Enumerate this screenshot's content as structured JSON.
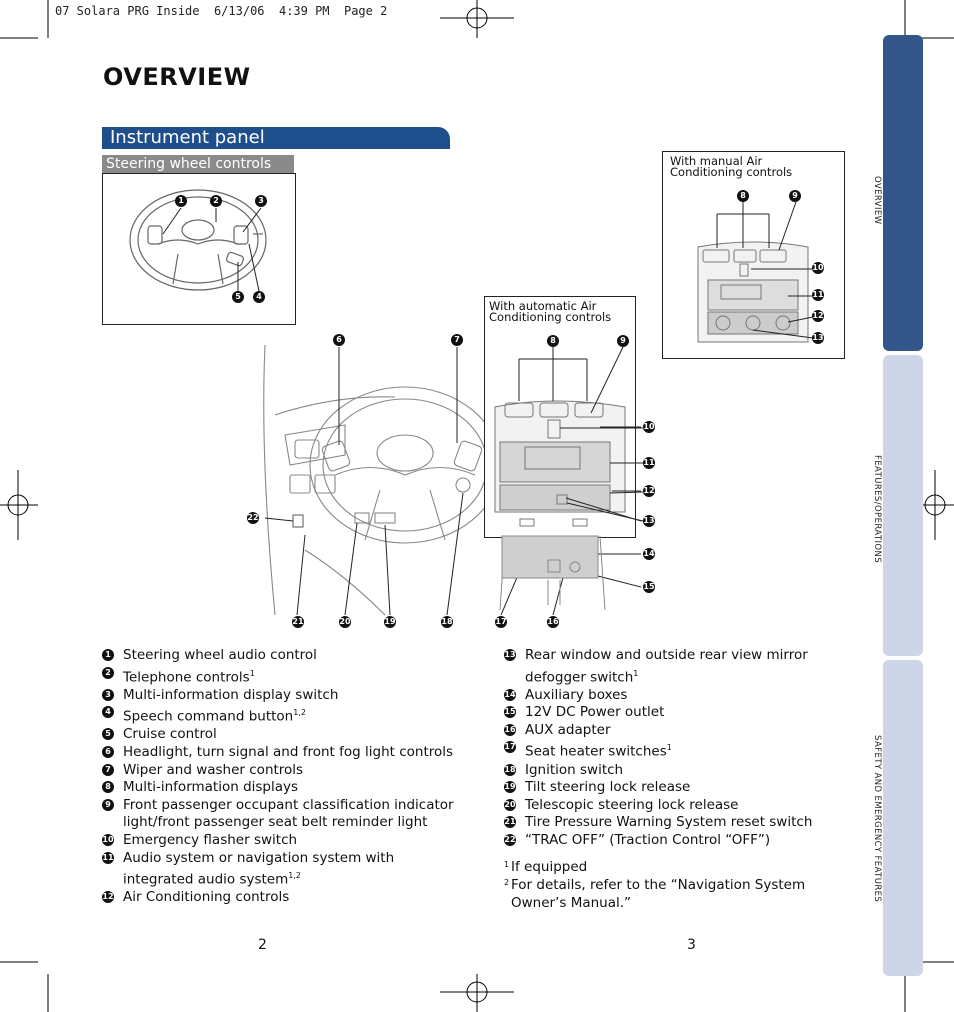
{
  "slug": "07 Solara PRG Inside  6/13/06  4:39 PM  Page 2",
  "page_title": "OVERVIEW",
  "section_title": "Instrument panel",
  "subsection_title": "Steering wheel controls",
  "diagrams": {
    "manual_ac_label": "With manual Air Conditioning controls",
    "auto_ac_label": "With automatic Air Conditioning controls",
    "steering_callouts": [
      "1",
      "2",
      "3",
      "5",
      "4"
    ],
    "manual_callouts": [
      "8",
      "9",
      "10",
      "11",
      "12",
      "13"
    ],
    "auto_callouts": [
      "8",
      "9",
      "10",
      "11",
      "12",
      "13",
      "14",
      "15"
    ],
    "dash_top_callouts": [
      "6",
      "7"
    ],
    "dash_bottom_callouts": [
      "21",
      "20",
      "19",
      "18",
      "17",
      "16"
    ],
    "dash_left_callout": "22"
  },
  "legend_left": [
    {
      "num": "1",
      "text": "Steering wheel audio control",
      "sup": ""
    },
    {
      "num": "2",
      "text": "Telephone controls",
      "sup": "1"
    },
    {
      "num": "3",
      "text": "Multi-information display switch",
      "sup": ""
    },
    {
      "num": "4",
      "text": "Speech command button",
      "sup": "1,2"
    },
    {
      "num": "5",
      "text": "Cruise control",
      "sup": ""
    },
    {
      "num": "6",
      "text": "Headlight, turn signal and front fog light controls",
      "sup": ""
    },
    {
      "num": "7",
      "text": "Wiper and washer controls",
      "sup": ""
    },
    {
      "num": "8",
      "text": "Multi-information displays",
      "sup": ""
    },
    {
      "num": "9",
      "text": "Front passenger occupant classification indicator light/front passenger seat belt reminder light",
      "sup": ""
    },
    {
      "num": "10",
      "text": "Emergency flasher switch",
      "sup": ""
    },
    {
      "num": "11",
      "text": "Audio system or navigation system with integrated audio system",
      "sup": "1,2"
    },
    {
      "num": "12",
      "text": "Air Conditioning controls",
      "sup": ""
    }
  ],
  "legend_right": [
    {
      "num": "13",
      "text": "Rear window and outside rear view mirror defogger switch",
      "sup": "1"
    },
    {
      "num": "14",
      "text": "Auxiliary boxes",
      "sup": ""
    },
    {
      "num": "15",
      "text": "12V DC Power outlet",
      "sup": ""
    },
    {
      "num": "16",
      "text": "AUX adapter",
      "sup": ""
    },
    {
      "num": "17",
      "text": "Seat heater switches",
      "sup": "1"
    },
    {
      "num": "18",
      "text": "Ignition switch",
      "sup": ""
    },
    {
      "num": "19",
      "text": "Tilt steering lock release",
      "sup": ""
    },
    {
      "num": "20",
      "text": "Telescopic steering lock release",
      "sup": ""
    },
    {
      "num": "21",
      "text": "Tire Pressure Warning System reset switch",
      "sup": ""
    },
    {
      "num": "22",
      "text": "“TRAC OFF” (Traction Control “OFF”)",
      "sup": ""
    }
  ],
  "footnotes": [
    {
      "mark": "1",
      "text": "If equipped"
    },
    {
      "mark": "2",
      "text": "For details, refer to the “Navigation System Owner’s Manual.”"
    }
  ],
  "page_numbers": {
    "left": "2",
    "right": "3"
  },
  "tabs": {
    "overview": "OVERVIEW",
    "features": "FEATURES/OPERATIONS",
    "safety": "SAFETY AND EMERGENCY FEATURES"
  },
  "colors": {
    "section_bar": "#1f4e8c",
    "sub_bar": "#8a8a8a",
    "tab_active": "#33568a",
    "tab_inactive": "#cdd6e6"
  }
}
